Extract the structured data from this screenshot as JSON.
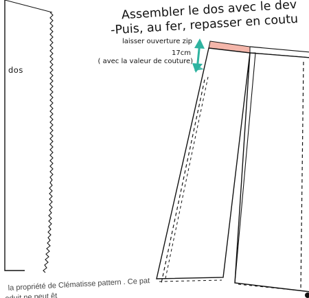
{
  "instructions": {
    "line1": "Assembler le dos avec le dev",
    "line2": "-Puis, au fer, repasser en coutu"
  },
  "annotation": {
    "zip_note": "laisser ouverture zip",
    "length": "17cm",
    "seam_note": "( avec la valeur de couture)"
  },
  "pattern_piece": {
    "label": "dos"
  },
  "footer": {
    "copyright": "la propriété de Clématisse pattern . Ce pat",
    "line2": "oduit ne peut êt"
  },
  "colors": {
    "arrow": "#2fb3a0",
    "waistband": "#f4b6aa"
  },
  "icons": {
    "zip_marker": "double-arrow-icon"
  }
}
